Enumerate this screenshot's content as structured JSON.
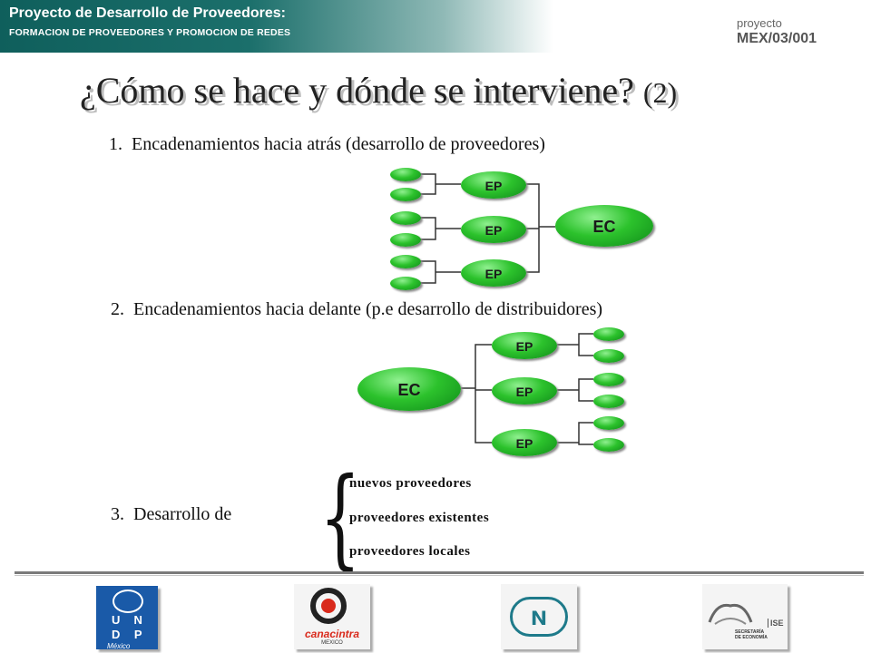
{
  "header": {
    "title": "Proyecto de Desarrollo de Proveedores:",
    "subtitle": "FORMACION DE PROVEEDORES Y PROMOCION DE REDES",
    "project_label": "proyecto",
    "project_code": "MEX/03/001"
  },
  "slide": {
    "title_main": "¿Cómo se hace y dónde se interviene? ",
    "title_suffix": "(2)",
    "item1": "1.  Encadenamientos hacia atrás (desarrollo de proveedores)",
    "item2": "2.  Encadenamientos hacia delante (p.e desarrollo de distribuidores)",
    "item3": "3.  Desarrollo de",
    "development": [
      "nuevos proveedores",
      "proveedores existentes",
      "proveedores locales"
    ]
  },
  "diagram1": {
    "center": "EC",
    "nodes": [
      "EP",
      "EP",
      "EP"
    ]
  },
  "diagram2": {
    "center": "EC",
    "nodes": [
      "EP",
      "EP",
      "EP"
    ]
  },
  "footer": {
    "logos": [
      "undp-logo",
      "canacintra-logo",
      "nafin-logo",
      "secretaria-economia-logo"
    ],
    "undp_letters": [
      "U",
      "N",
      "D",
      "P"
    ],
    "undp_caption": "México",
    "canacintra_text": "canacintra",
    "canacintra_caption": "MEXICO",
    "se_text": "SECRETARÍA DE ECONOMÍA",
    "se_badge": "ISE"
  },
  "colors": {
    "header": "#1b6f6b",
    "node_green": "#2cc22c",
    "text": "#111111"
  }
}
